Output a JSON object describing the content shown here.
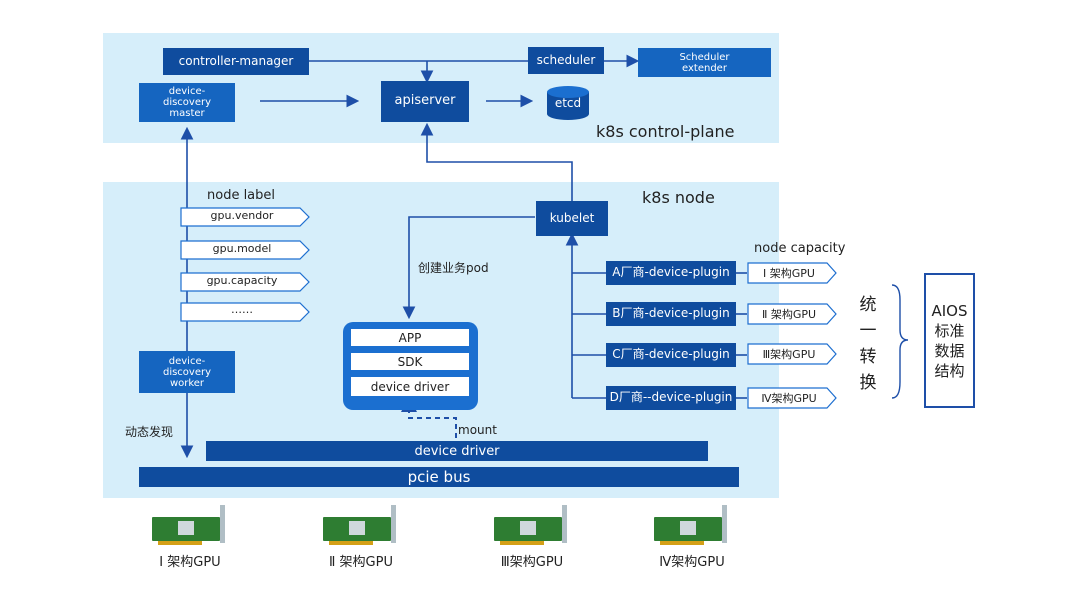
{
  "control_plane": {
    "label": "k8s control-plane",
    "controller_manager": "controller-manager",
    "scheduler": "scheduler",
    "scheduler_extender": "Scheduler\nextender",
    "device_discovery_master": "device-\ndiscovery\nmaster",
    "apiserver": "apiserver",
    "etcd": "etcd"
  },
  "node": {
    "label": "k8s node",
    "node_label_title": "node label",
    "node_labels": [
      "gpu.vendor",
      "gpu.model",
      "gpu.capacity",
      "……"
    ],
    "device_discovery_worker": "device-\ndiscovery\nworker",
    "dynamic_discovery": "动态发现",
    "kubelet": "kubelet",
    "create_pod": "创建业务pod",
    "pod_stack": [
      "APP",
      "SDK",
      "device driver"
    ],
    "mount": "mount",
    "device_driver_bar": "device driver",
    "pcie_bus": "pcie bus",
    "node_capacity_title": "node capacity",
    "plugins": [
      "A厂商-device-plugin",
      "B厂商-device-plugin",
      "C厂商-device-plugin",
      "D厂商--device-plugin"
    ],
    "capacities": [
      "Ⅰ 架构GPU",
      "Ⅱ 架构GPU",
      "Ⅲ架构GPU",
      "Ⅳ架构GPU"
    ]
  },
  "unify": {
    "text": [
      "统",
      "一",
      "转",
      "换"
    ]
  },
  "aios": {
    "lines": [
      "AIOS",
      "标准",
      "数据",
      "结构"
    ]
  },
  "gpus": [
    "Ⅰ 架构GPU",
    "Ⅱ 架构GPU",
    "Ⅲ架构GPU",
    "Ⅳ架构GPU"
  ],
  "colors": {
    "region": "#d6eefa",
    "box": "#0f4c9e",
    "arrow": "#1e4fa8",
    "card": "#2e7d32"
  }
}
